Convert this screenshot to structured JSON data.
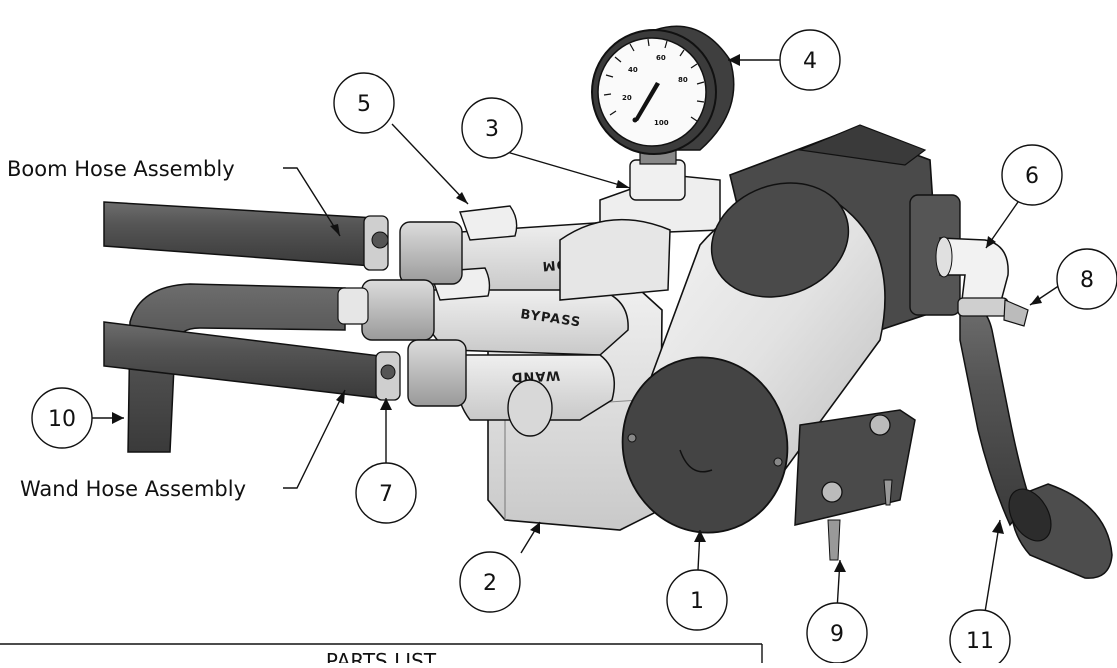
{
  "hose_labels": {
    "boom": "Boom Hose Assembly",
    "wand": "Wand Hose Assembly"
  },
  "callouts": [
    "1",
    "2",
    "3",
    "4",
    "5",
    "6",
    "7",
    "8",
    "9",
    "10",
    "11"
  ],
  "gauge": {
    "ticks": [
      "20",
      "40",
      "60",
      "80",
      "100"
    ]
  },
  "valve_labels": {
    "boom": "BOOM",
    "bypass": "BYPASS",
    "wand": "WAND"
  },
  "parts_list": {
    "title": "PARTS LIST"
  }
}
